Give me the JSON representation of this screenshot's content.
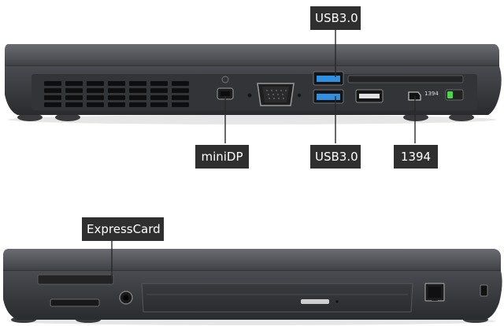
{
  "labels": {
    "usb_top": "USB3.0",
    "minidp": "miniDP",
    "usb_bottom": "USB3.0",
    "firewire": "1394",
    "expresscard": "ExpressCard"
  },
  "port_markings": {
    "firewire_mark": "1394"
  },
  "colors": {
    "callout_bg": "#2f2f2f",
    "callout_text": "#ffffff",
    "leader_line": "#2a2a2a",
    "chassis": "#3c3d41",
    "lid": "#505257",
    "usb3_blue": "#2f8fe0",
    "led_green": "#4cd44c"
  }
}
